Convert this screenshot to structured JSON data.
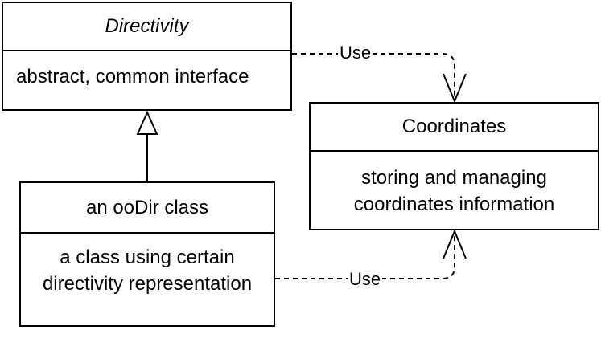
{
  "classes": {
    "directivity": {
      "name": "Directivity",
      "description": "abstract, common interface"
    },
    "coordinates": {
      "name": "Coordinates",
      "description_lines": [
        "storing and managing",
        "coordinates information"
      ]
    },
    "oodir": {
      "name": "an ooDir class",
      "description_lines": [
        "a class using certain",
        "directivity representation"
      ]
    }
  },
  "relations": {
    "use_top": "Use",
    "use_bottom": "Use"
  }
}
